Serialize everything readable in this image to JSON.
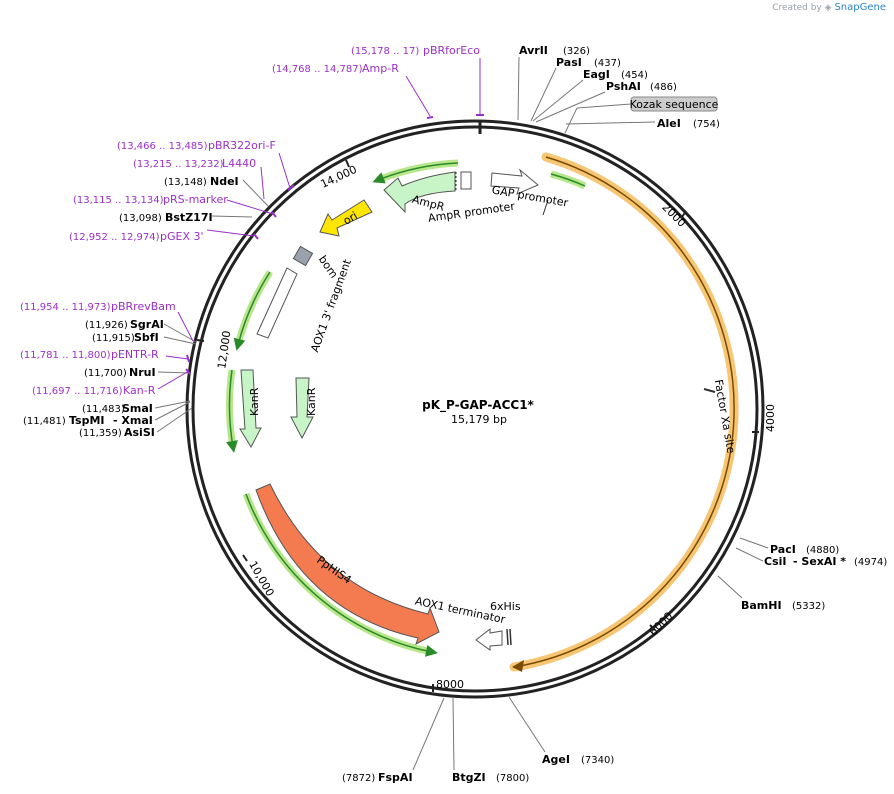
{
  "branding": {
    "created_by": "Created by",
    "app": "SnapGene"
  },
  "plasmid": {
    "name": "pK_P-GAP-ACC1*",
    "length": "15,179 bp"
  },
  "ticks": [
    "2000",
    "4000",
    "6000",
    "8000",
    "10,000",
    "12,000",
    "14,000"
  ],
  "enzymes": [
    {
      "name": "AvrII",
      "pos": "(326)"
    },
    {
      "name": "PasI",
      "pos": "(437)"
    },
    {
      "name": "EagI",
      "pos": "(454)"
    },
    {
      "name": "PshAI",
      "pos": "(486)"
    },
    {
      "name": "AleI",
      "pos": "(754)"
    },
    {
      "name": "PacI",
      "pos": "(4880)"
    },
    {
      "name": "CsiI",
      "pos": ""
    },
    {
      "name": "- SexAI *",
      "pos": "(4974)"
    },
    {
      "name": "BamHI",
      "pos": "(5332)"
    },
    {
      "name": "AgeI",
      "pos": "(7340)"
    },
    {
      "name": "BtgZI",
      "pos": "(7800)"
    },
    {
      "name": "FspAI",
      "pos": "(7872)"
    },
    {
      "name": "AsiSI",
      "pos": "(11,359)"
    },
    {
      "name": "TspMI",
      "pos": "(11,481)"
    },
    {
      "name": "- XmaI",
      "pos": ""
    },
    {
      "name": "SmaI",
      "pos": "(11,483)"
    },
    {
      "name": "NruI",
      "pos": "(11,700)"
    },
    {
      "name": "SbfI",
      "pos": "(11,915)"
    },
    {
      "name": "SgrAI",
      "pos": "(11,926)"
    },
    {
      "name": "BstZ17I",
      "pos": "(13,098)"
    },
    {
      "name": "NdeI",
      "pos": "(13,148)"
    }
  ],
  "primers": [
    {
      "name": "pBRforEco",
      "pos": "(15,178 .. 17)"
    },
    {
      "name": "Amp-R",
      "pos": "(14,768 .. 14,787)"
    },
    {
      "name": "pBR322ori-F",
      "pos": "(13,466 .. 13,485)"
    },
    {
      "name": "L4440",
      "pos": "(13,215 .. 13,232)"
    },
    {
      "name": "pRS-marker",
      "pos": "(13,115 .. 13,134)"
    },
    {
      "name": "pGEX 3'",
      "pos": "(12,952 .. 12,974)"
    },
    {
      "name": "pBRrevBam",
      "pos": "(11,954 .. 11,973)"
    },
    {
      "name": "pENTR-R",
      "pos": "(11,781 .. 11,800)"
    },
    {
      "name": "Kan-R",
      "pos": "(11,697 .. 11,716)"
    }
  ],
  "features": {
    "kozak": "Kozak sequence",
    "factor_xa": "Factor Xa site",
    "gap_promoter": "GAP promoter",
    "ampr": "AmpR",
    "ampr_promoter": "AmpR promoter",
    "ori": "ori",
    "bom": "bom",
    "aox1_3": "AOX1 3' fragment",
    "kanr": "KanR",
    "pphis4": "PpHIS4",
    "aox1_term": "AOX1 terminator",
    "his6": "6xHis"
  },
  "colors": {
    "primer": "#9b30c8",
    "acc1_orange": "#f5c066",
    "primer_green": "#b8e68a",
    "ampr_fill": "#c8f5c8",
    "ori_yellow": "#ffe600",
    "pphis4": "#f47a50",
    "bom_gray": "#9aa3ad"
  }
}
